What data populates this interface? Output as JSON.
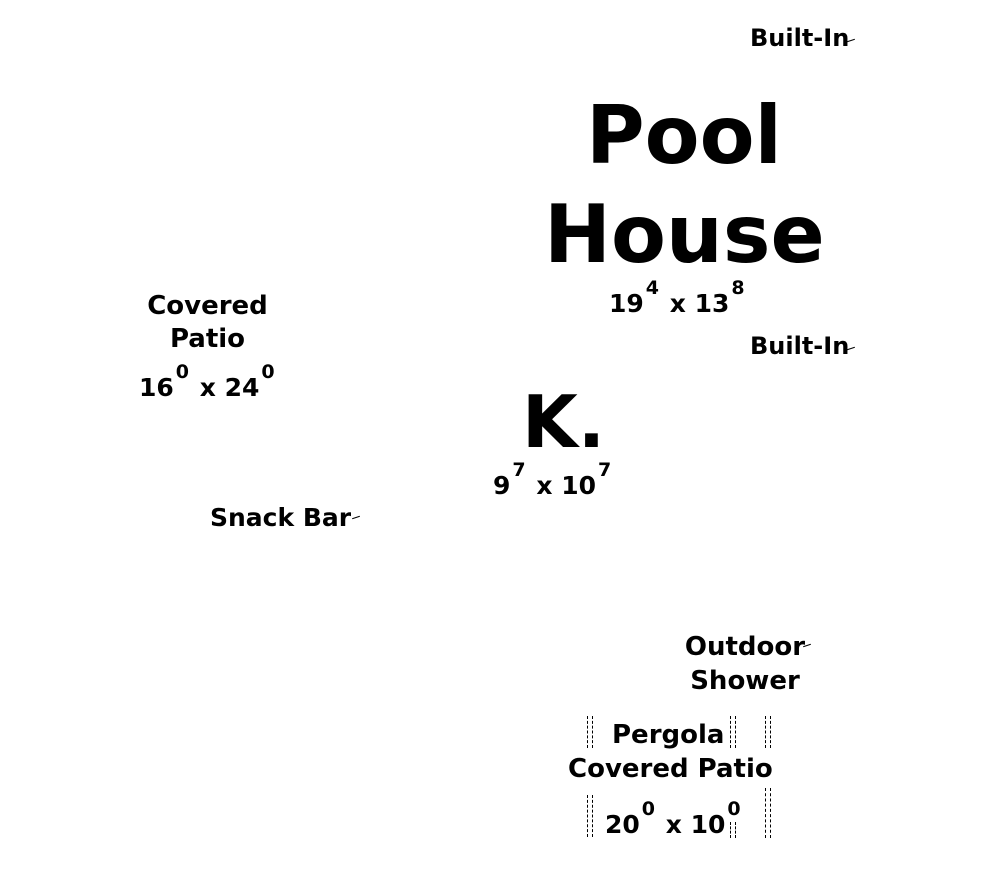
{
  "labels": {
    "built_in_top": "Built-In",
    "built_in_mid": "Built-In",
    "pool_house_line1": "Pool",
    "pool_house_line2": "House",
    "pool_house_dim": {
      "a": "19",
      "a_sup": "4",
      "x": "x",
      "b": "13",
      "b_sup": "8"
    },
    "covered_patio_line1": "Covered",
    "covered_patio_line2": "Patio",
    "covered_patio_dim": {
      "a": "16",
      "a_sup": "0",
      "x": "x",
      "b": "24",
      "b_sup": "0"
    },
    "kitchen": "K.",
    "kitchen_dim": {
      "a": "9",
      "a_sup": "7",
      "x": "x",
      "b": "10",
      "b_sup": "7"
    },
    "snack_bar": "Snack Bar",
    "outdoor_shower_line1": "Outdoor",
    "outdoor_shower_line2": "Shower",
    "pergola_line1": "Pergola",
    "pergola_line2": "Covered Patio",
    "pergola_dim": {
      "a": "20",
      "a_sup": "0",
      "x": "x",
      "b": "10",
      "b_sup": "0"
    }
  }
}
